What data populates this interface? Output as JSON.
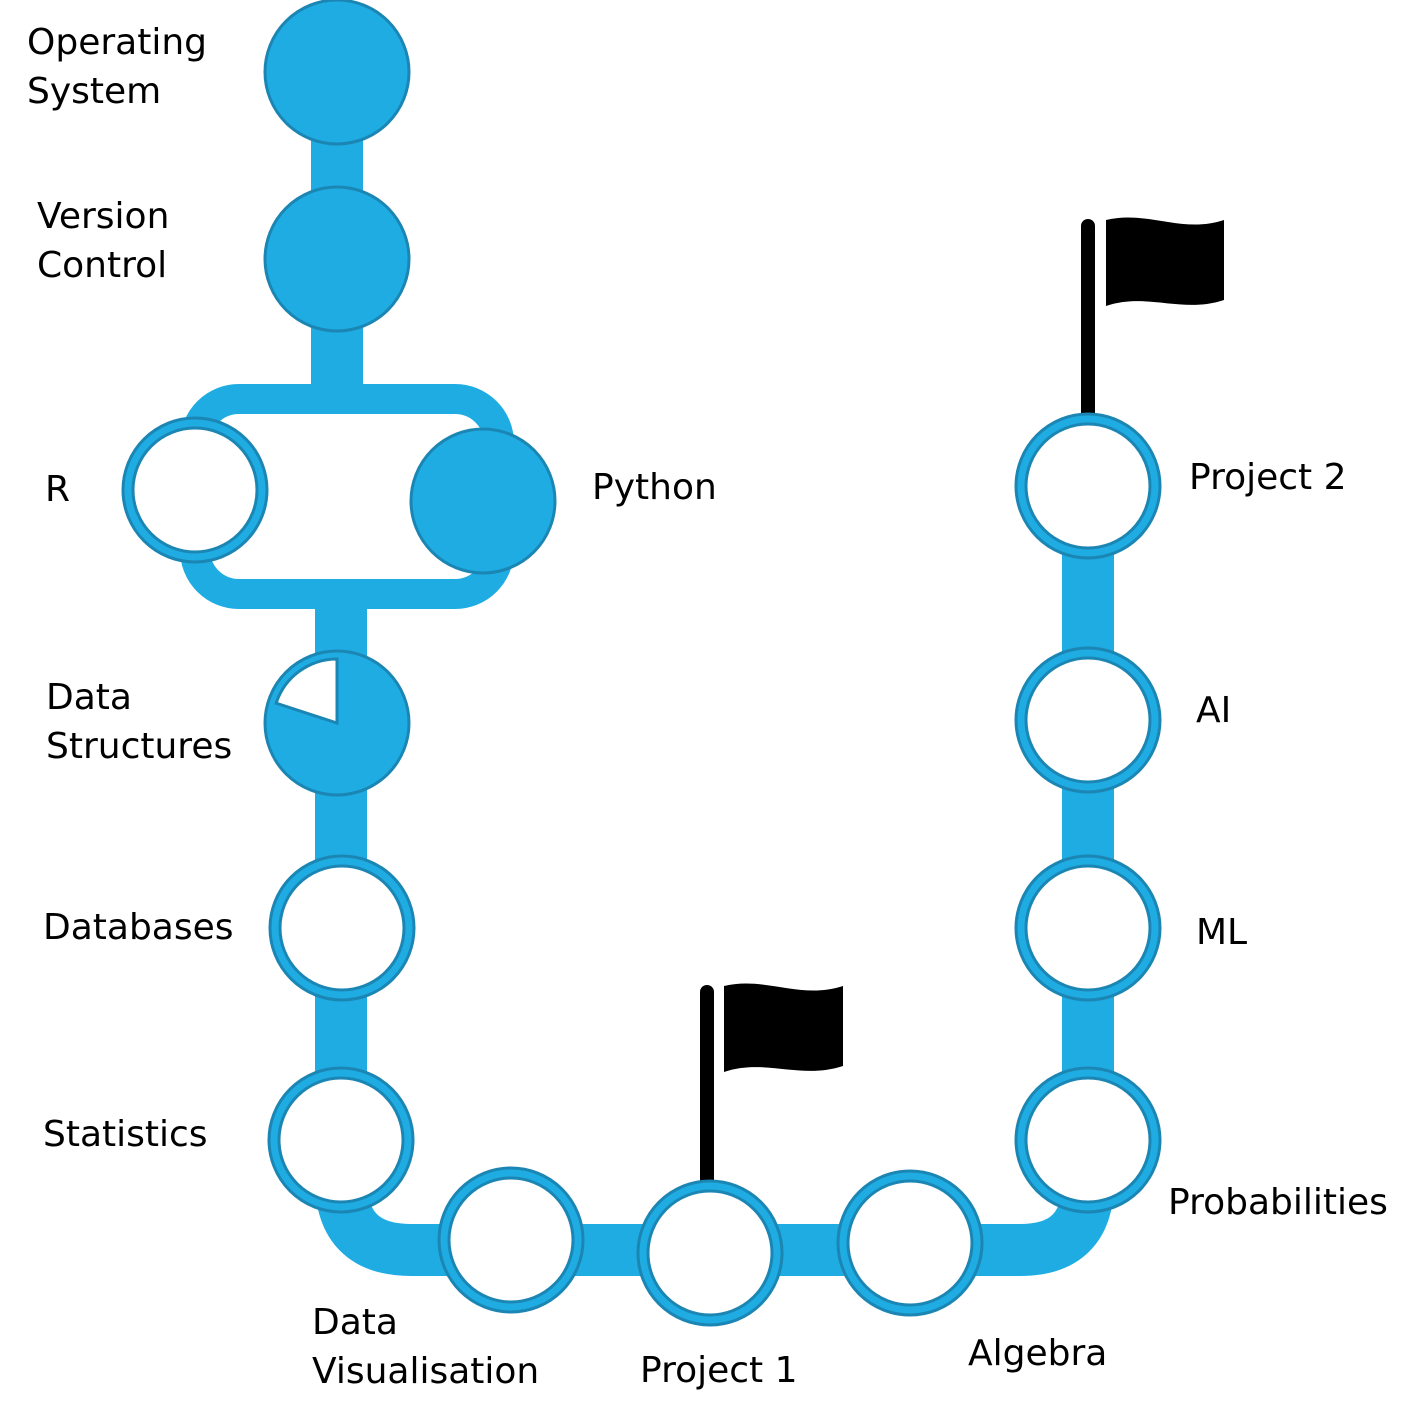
{
  "colors": {
    "track": "#1eace2",
    "node_done": "#1eace2",
    "node_stroke": "#1b86b3",
    "node_todo": "#ffffff",
    "flag": "#000000",
    "text": "#000000"
  },
  "nodes": [
    {
      "id": "operating-system",
      "label": "Operating\nSystem",
      "progress": 1
    },
    {
      "id": "version-control",
      "label": "Version\nControl",
      "progress": 1
    },
    {
      "id": "r",
      "label": "R",
      "progress": 0
    },
    {
      "id": "python",
      "label": "Python",
      "progress": 1
    },
    {
      "id": "data-structures",
      "label": "Data\nStructures",
      "progress": 0.8
    },
    {
      "id": "databases",
      "label": "Databases",
      "progress": 0
    },
    {
      "id": "statistics",
      "label": "Statistics",
      "progress": 0
    },
    {
      "id": "data-visualisation",
      "label": "Data\nVisualisation",
      "progress": 0
    },
    {
      "id": "project-1",
      "label": "Project 1",
      "progress": 0,
      "milestone_flag": true
    },
    {
      "id": "algebra",
      "label": "Algebra",
      "progress": 0
    },
    {
      "id": "probabilities",
      "label": "Probabilities",
      "progress": 0
    },
    {
      "id": "ml",
      "label": "ML",
      "progress": 0
    },
    {
      "id": "ai",
      "label": "AI",
      "progress": 0
    },
    {
      "id": "project-2",
      "label": "Project 2",
      "progress": 0,
      "milestone_flag": true
    }
  ]
}
